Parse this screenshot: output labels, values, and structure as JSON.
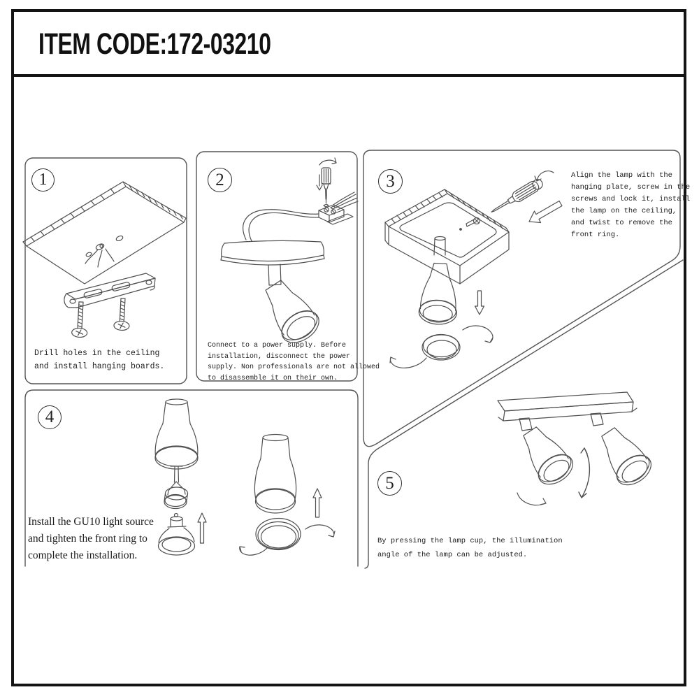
{
  "page": {
    "title": "ITEM CODE:172-03210"
  },
  "colors": {
    "paper": "#ffffff",
    "ink": "#1c1c1c",
    "drawing_line": "#4f4f4f",
    "frame_border": "#141414"
  },
  "steps": [
    {
      "number": "1",
      "caption": "Drill holes in the ceiling\nand install hanging boards.",
      "drawing": [
        "ceiling-board",
        "wires",
        "mounting-bracket",
        "screws"
      ]
    },
    {
      "number": "2",
      "caption": "Connect to a power supply. Before\ninstallation, disconnect the power\nsupply. Non professionals are not allowed\nto disassemble it on their own.",
      "drawing": [
        "screwdriver",
        "rotation-arrow",
        "down-arrow",
        "terminal-block",
        "power-cable",
        "ceiling-canopy",
        "spotlight"
      ]
    },
    {
      "number": "3",
      "caption": "Align the lamp with the\nhanging plate, screw in the\nscrews and lock it, install\nthe lamp on the ceiling,\nand twist to remove the\nfront ring.",
      "drawing": [
        "hanging-plate",
        "screw",
        "screwdriver",
        "rotation-arrow",
        "spotlight",
        "down-arrow",
        "front-ring",
        "twist-arrows"
      ]
    },
    {
      "number": "4",
      "caption": "Install the GU10 light source\nand tighten the front ring to\ncomplete the installation.",
      "drawing": [
        "lamp-with-socket",
        "gu10-bulb",
        "up-arrow",
        "lamp-cup",
        "front-ring",
        "twist-arrows"
      ]
    },
    {
      "number": "5",
      "caption": "By pressing the lamp cup, the illumination\nangle of the lamp can be adjusted.",
      "drawing": [
        "mounting-rail",
        "two-spotlights",
        "tilt-arrow",
        "rotation-arrow"
      ]
    }
  ]
}
